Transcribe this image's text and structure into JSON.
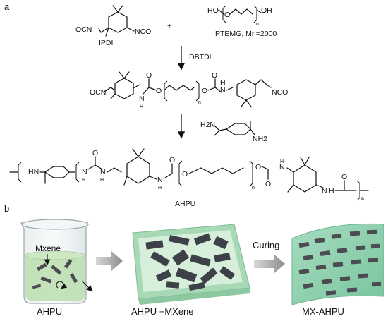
{
  "panels": {
    "a": {
      "label": "a",
      "reactant1_label": "IPDI",
      "plus_sign": "+",
      "reactant2_label": "PTEMG, Mn=2000",
      "catalyst_label": "DBTDL",
      "product_label": "AHPU",
      "subscript_n": "n",
      "subscript_a": "a",
      "groups": {
        "ocn": "OCN",
        "nco": "NCO",
        "ho": "HO",
        "oh": "OH",
        "o": "O",
        "n": "N",
        "h": "H",
        "hn": "HN",
        "h2n": "H2N",
        "nh2": "NH2"
      }
    },
    "b": {
      "label": "b",
      "beaker_caption": "AHPU",
      "mxene_label": "Mxene",
      "mold_caption": "AHPU +MXene",
      "curing_label": "Curing",
      "film_caption": "MX-AHPU"
    }
  },
  "colors": {
    "ink": "#111111",
    "solution_green": "#bfe0b4",
    "film_green": "#8fd1b0",
    "mxene_flake": "#3e4048",
    "arrow_gray": "#9a9a9a"
  }
}
